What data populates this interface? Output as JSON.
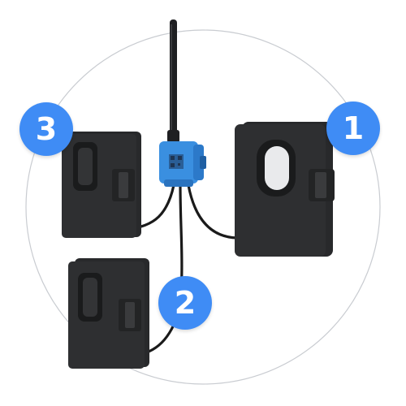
{
  "badges": [
    {
      "label": "1",
      "color": "#3f8cf5"
    },
    {
      "label": "2",
      "color": "#3f8cf5"
    },
    {
      "label": "3",
      "color": "#3f8cf5"
    }
  ],
  "colors": {
    "clamp_body": "#2e2f31",
    "hub": "#3a8fe0",
    "cable": "#1a1a1a",
    "ring": "#c9ccd1"
  },
  "icons": [
    "antenna-icon",
    "qr-code-icon"
  ]
}
